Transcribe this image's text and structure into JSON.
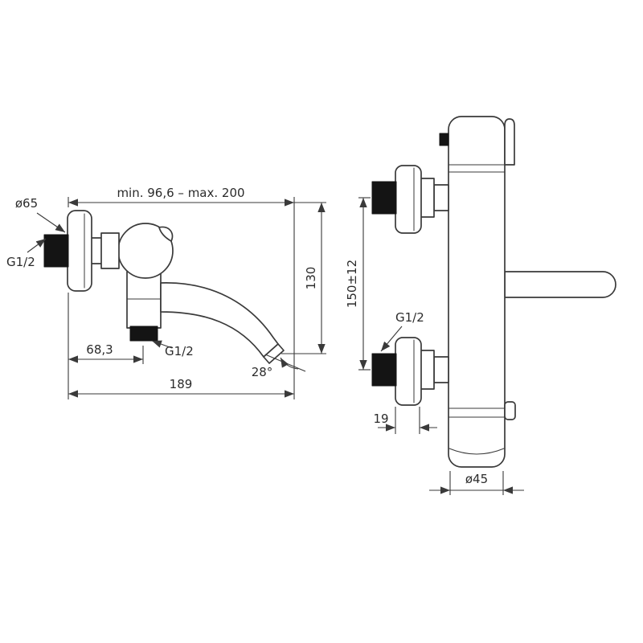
{
  "front_view": {
    "dims": {
      "width_range": "min. 96,6 – max. 200",
      "flange_diameter": "ø65",
      "inlet_thread": "G1/2",
      "height": "130",
      "spout_offset": "68,3",
      "outlet_thread": "G1/2",
      "spout_angle": "28°",
      "total_width": "189"
    }
  },
  "side_view": {
    "dims": {
      "connection_spacing": "150±12",
      "connection_thread": "G1/2",
      "flange_depth": "19",
      "body_diameter": "ø45"
    }
  },
  "style": {
    "line_color": "#3a3a3a",
    "solid_fill_color": "#141414",
    "background": "#ffffff"
  }
}
